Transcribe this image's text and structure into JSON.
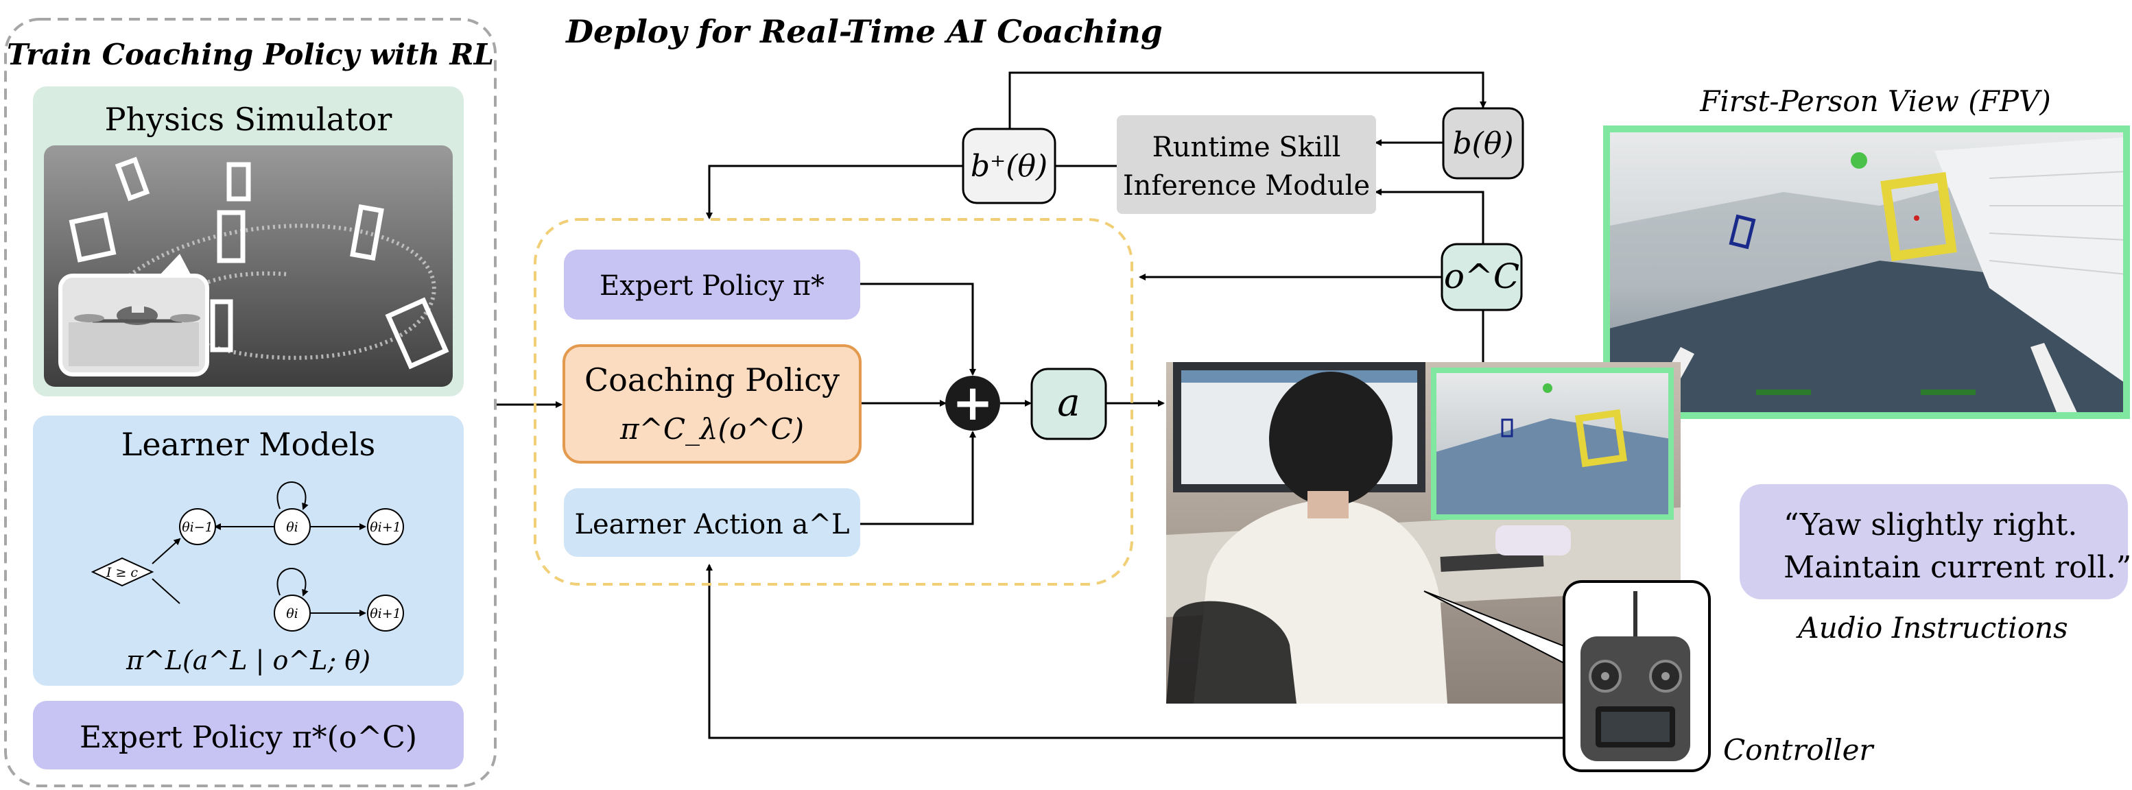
{
  "train_panel": {
    "title": "Train Coaching Policy with RL",
    "physics_simulator": {
      "title": "Physics Simulator"
    },
    "learner_models": {
      "title": "Learner Models",
      "node_prev": "θi−1",
      "node_cur": "θi",
      "node_next": "θi+1",
      "node_cur_2": "θi",
      "node_next_2": "θi+1",
      "decision": "I ≥ c",
      "policy_formula": "π^L(a^L | o^L; θ)"
    },
    "expert_policy": {
      "label": "Expert Policy π*(o^C)"
    }
  },
  "deploy": {
    "title": "Deploy for Real-Time AI Coaching",
    "b_plus": "b⁺(θ)",
    "b_theta": "b(θ)",
    "runtime_module": [
      "Runtime Skill",
      "Inference Module"
    ],
    "o_c": "o^C",
    "expert_policy": "Expert Policy π*",
    "coaching_policy": [
      "Coaching Policy",
      "π^C_λ(o^C)"
    ],
    "learner_action": "Learner Action a^L",
    "action": "a",
    "plus": "+"
  },
  "fpv": {
    "title": "First-Person View (FPV)"
  },
  "audio": {
    "quote_line1": "“Yaw slightly right.",
    "quote_line2": "Maintain current roll.”",
    "caption": "Audio Instructions"
  },
  "controller": {
    "caption": "Controller"
  },
  "colors": {
    "sim_bg": "#d9ece1",
    "learner_bg": "#cfe4f6",
    "expert_bg": "#c7c4f3",
    "coach_bg": "#fbdcc0",
    "coach_border": "#e49a4e",
    "gray_box": "#d9d9d9",
    "mint": "#d6ebe3",
    "fpv_border": "#7fe7a0",
    "dash_yellow": "#f1cf76",
    "audio_bg": "#d3cff0"
  }
}
